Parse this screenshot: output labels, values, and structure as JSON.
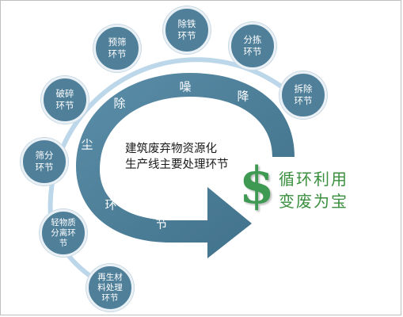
{
  "colors": {
    "node_fill": "#4f7f99",
    "ring": "#bdd7ea",
    "arrow": "#4f7f99",
    "slogan_green": "#3a8f3e"
  },
  "center_title": [
    "建筑废弃物资源化",
    "生产线主要处理环节"
  ],
  "nodes": [
    {
      "id": "chuxie",
      "label": "除铁\n环节"
    },
    {
      "id": "fenjian",
      "label": "分拣\n环节"
    },
    {
      "id": "chaichu",
      "label": "拆除\n环节"
    },
    {
      "id": "yushai",
      "label": "预筛\n环节"
    },
    {
      "id": "posui",
      "label": "破碎\n环节"
    },
    {
      "id": "shaifen",
      "label": "筛分\n环节"
    },
    {
      "id": "qingwuzhi",
      "label": "轻物质\n分离环\n节"
    },
    {
      "id": "zaisheng",
      "label": "再生材\n料处理\n环节"
    }
  ],
  "arrow_chars": [
    "降",
    "噪",
    "除",
    "尘",
    "环",
    "节"
  ],
  "dollar_symbol": "$",
  "slogan": [
    "循环利用",
    "变废为宝"
  ]
}
